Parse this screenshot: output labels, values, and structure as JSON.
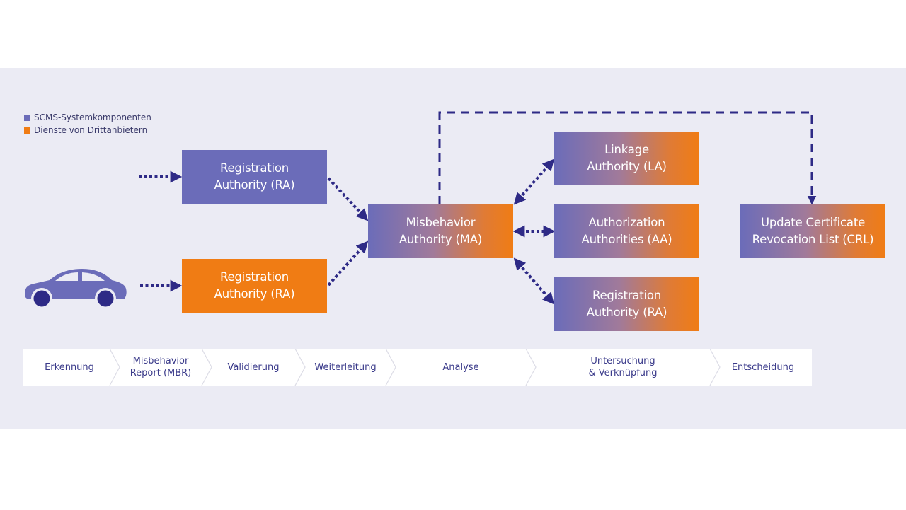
{
  "colors": {
    "system_component": "#6b6cb9",
    "third_party": "#f07c14",
    "arrow": "#2e2a86",
    "panel_bg": "#ebebf4",
    "step_text": "#3a3a8a"
  },
  "legend": [
    {
      "label": "SCMS-Systemkomponenten",
      "color": "#6b6cb9"
    },
    {
      "label": "Dienste von Drittanbietern",
      "color": "#f07c14"
    }
  ],
  "source": {
    "icon": "car-icon"
  },
  "nodes": {
    "ra_system": {
      "label": "Registration\nAuthority (RA)",
      "type": "system"
    },
    "ra_third_party": {
      "label": "Registration\nAuthority (RA)",
      "type": "third_party"
    },
    "ma": {
      "label": "Misbehavior\nAuthority (MA)",
      "type": "mixed"
    },
    "la": {
      "label": "Linkage\nAuthority (LA)",
      "type": "mixed"
    },
    "aa": {
      "label": "Authorization\nAuthorities (AA)",
      "type": "mixed"
    },
    "ra_analysis": {
      "label": "Registration\nAuthority (RA)",
      "type": "mixed"
    },
    "crl": {
      "label": "Update Certificate\nRevocation List (CRL)",
      "type": "mixed"
    }
  },
  "edges": [
    {
      "from": "input",
      "to": "ra_system",
      "style": "dotted",
      "direction": "forward"
    },
    {
      "from": "car",
      "to": "ra_third_party",
      "style": "dotted",
      "direction": "forward"
    },
    {
      "from": "ra_system",
      "to": "ma",
      "style": "dotted",
      "direction": "forward"
    },
    {
      "from": "ra_third_party",
      "to": "ma",
      "style": "dotted",
      "direction": "forward"
    },
    {
      "from": "ma",
      "to": "la",
      "style": "dotted",
      "direction": "both"
    },
    {
      "from": "ma",
      "to": "aa",
      "style": "dotted",
      "direction": "both"
    },
    {
      "from": "ma",
      "to": "ra_analysis",
      "style": "dotted",
      "direction": "both"
    },
    {
      "from": "ma",
      "to": "crl",
      "style": "dashed",
      "direction": "forward"
    }
  ],
  "process_steps": [
    {
      "label": "Erkennung"
    },
    {
      "label": "Misbehavior\nReport (MBR)"
    },
    {
      "label": "Validierung"
    },
    {
      "label": "Weiterleitung"
    },
    {
      "label": "Analyse"
    },
    {
      "label": "Untersuchung\n& Verknüpfung"
    },
    {
      "label": "Entscheidung"
    }
  ]
}
